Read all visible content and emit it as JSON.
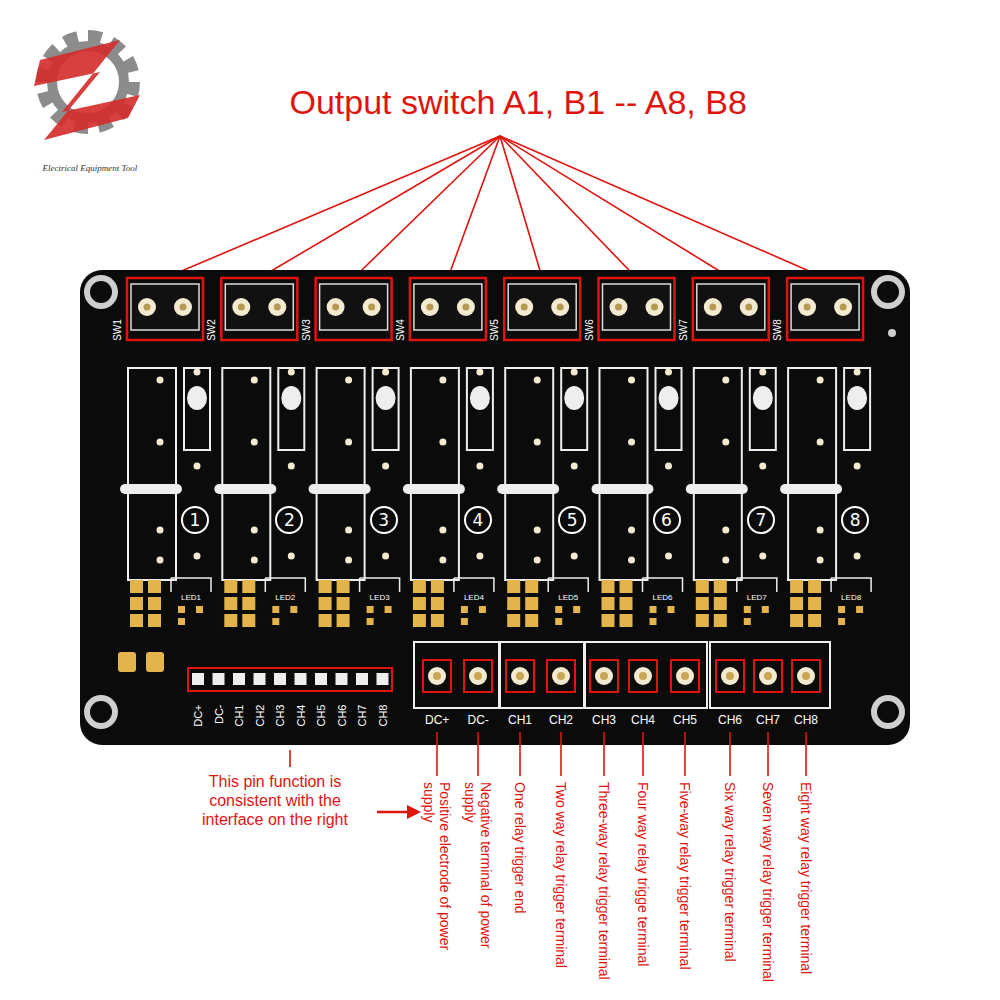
{
  "diagram": {
    "title": "Output switch A1, B1 -- A8, B8",
    "nodes": [
      {
        "text": [
          "1"
        ]
      },
      {
        "text": [
          "2"
        ]
      },
      {
        "text": [
          "3"
        ]
      },
      {
        "text": [
          "4"
        ]
      },
      {
        "text": [
          "5"
        ]
      },
      {
        "text": [
          "6"
        ]
      },
      {
        "text": [
          "7"
        ]
      },
      {
        "text": [
          "8"
        ]
      }
    ],
    "labels": [
      "Electrical Equipment Tool",
      "SW1",
      "SW2",
      "SW3",
      "SW4",
      "SW5",
      "SW6",
      "SW7",
      "SW8",
      "LED1",
      "LED2",
      "LED3",
      "LED4",
      "LED5",
      "LED6",
      "LED7",
      "LED8",
      "DC+",
      "DC-",
      "CH1",
      "CH2",
      "CH3",
      "CH4",
      "CH5",
      "CH6",
      "CH7",
      "CH8",
      "DC+",
      "DC-",
      "CH1",
      "CH2",
      "CH3",
      "CH4",
      "CH5",
      "CH6",
      "CH7",
      "CH8",
      "This pin function is consistent with the interface on the right",
      "Positive electrode of power supply",
      "Negative terminal of power supply",
      "One relay trigger end",
      "Two way relay trigger terminal",
      "Three-way relay trigger terminal",
      "Four way relay trigge terminal",
      "Five-way relay trigger terminal",
      "Six way relay trigger terminal",
      "Seven way relay trigger terminal",
      "Eight way relay trigger terminal"
    ]
  }
}
